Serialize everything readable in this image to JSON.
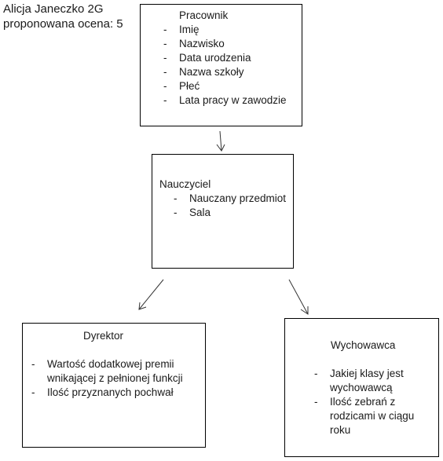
{
  "header": {
    "line1": "Alicja Janeczko 2G",
    "line2": "proponowana ocena: 5"
  },
  "boxes": {
    "pracownik": {
      "title": "Pracownik",
      "items": [
        "Imię",
        "Nazwisko",
        "Data urodzenia",
        "Nazwa szkoły",
        "Płeć",
        "Lata pracy w zawodzie"
      ]
    },
    "nauczyciel": {
      "title": "Nauczyciel",
      "items": [
        "Nauczany przedmiot",
        "Sala"
      ]
    },
    "dyrektor": {
      "title": "Dyrektor",
      "items": [
        "Wartość dodatkowej premii wnikającej z pełnionej funkcji",
        "Ilość przyznanych pochwał"
      ]
    },
    "wychowawca": {
      "title": "Wychowawca",
      "items": [
        "Jakiej klasy jest wychowawcą",
        "Ilość zebrań z rodzicami w ciągu roku"
      ]
    }
  },
  "bullet": "-"
}
